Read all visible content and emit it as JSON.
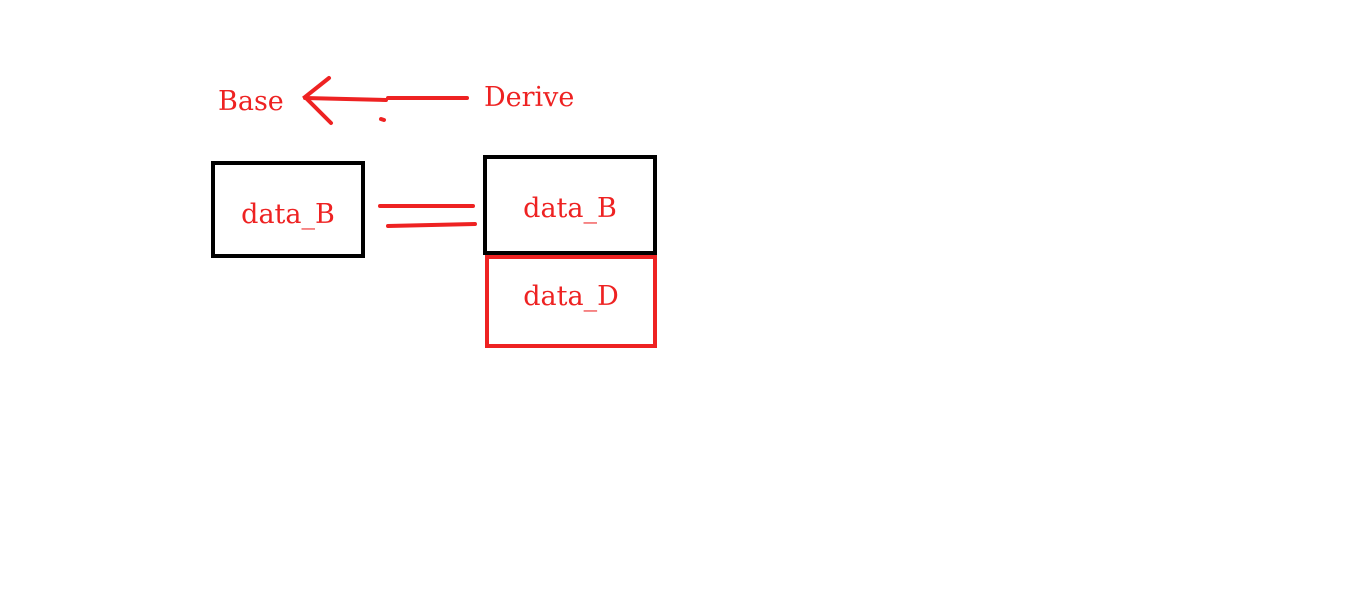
{
  "diagram": {
    "labels": {
      "base": "Base",
      "derive": "Derive"
    },
    "base_object": {
      "field_b": "data_B"
    },
    "derived_object": {
      "field_b": "data_B",
      "field_d": "data_D"
    }
  },
  "colors": {
    "ink_red": "#ee2222",
    "ink_black": "#000000",
    "background": "#ffffff"
  },
  "icons": {
    "inheritance_arrow": "left-arrow-icon",
    "equivalence": "equals-sign-icon"
  }
}
